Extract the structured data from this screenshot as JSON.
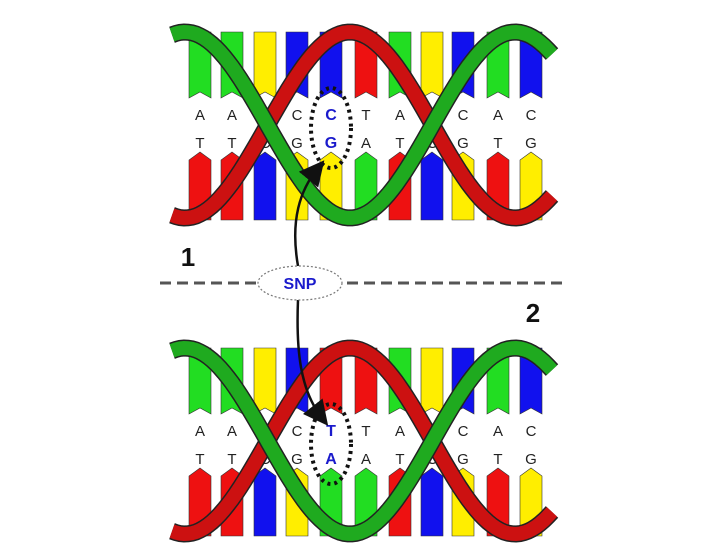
{
  "labels": {
    "variant_1": "1",
    "variant_2": "2",
    "snp": "SNP"
  },
  "colors": {
    "A": "#22dd22",
    "T": "#ee1111",
    "C": "#1111ee",
    "G": "#ffee00",
    "strand_green": "#1faa1f",
    "strand_red": "#cc1111",
    "snp_text": "#1a1acc",
    "divider": "#555555"
  },
  "helices": [
    {
      "id": "1",
      "pairs": [
        [
          "A",
          "T"
        ],
        [
          "A",
          "T"
        ],
        [
          "G",
          "C"
        ],
        [
          "C",
          "G"
        ],
        [
          "C",
          "G"
        ],
        [
          "T",
          "A"
        ],
        [
          "A",
          "T"
        ],
        [
          "G",
          "C"
        ],
        [
          "C",
          "G"
        ],
        [
          "A",
          "T"
        ],
        [
          "C",
          "G"
        ]
      ],
      "snp_index": 4
    },
    {
      "id": "2",
      "pairs": [
        [
          "A",
          "T"
        ],
        [
          "A",
          "T"
        ],
        [
          "G",
          "C"
        ],
        [
          "C",
          "G"
        ],
        [
          "T",
          "A"
        ],
        [
          "T",
          "A"
        ],
        [
          "A",
          "T"
        ],
        [
          "G",
          "C"
        ],
        [
          "C",
          "G"
        ],
        [
          "A",
          "T"
        ],
        [
          "C",
          "G"
        ]
      ],
      "snp_index": 4
    }
  ]
}
